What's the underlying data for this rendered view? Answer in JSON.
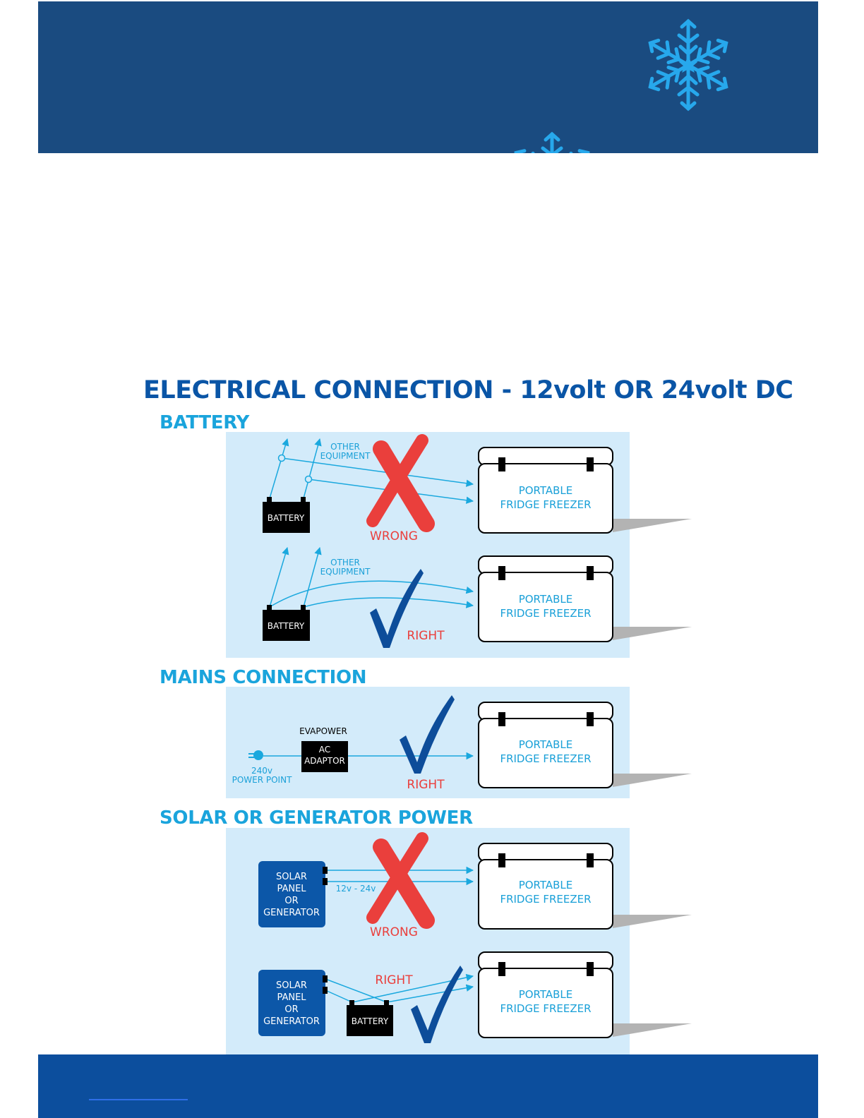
{
  "page": {
    "title": "ELECTRICAL CONNECTION - 12volt OR 24volt DC"
  },
  "sections": {
    "battery": {
      "title": "BATTERY"
    },
    "mains": {
      "title": "MAINS CONNECTION"
    },
    "solar": {
      "title": "SOLAR OR GENERATOR POWER"
    }
  },
  "labels": {
    "battery": "BATTERY",
    "other_equipment_line1": "OTHER",
    "other_equipment_line2": "EQUIPMENT",
    "wrong": "WRONG",
    "right": "RIGHT",
    "fridge_line1": "PORTABLE",
    "fridge_line2": "FRIDGE FREEZER",
    "evapower": "EVAPOWER",
    "ac_adaptor_line1": "AC",
    "ac_adaptor_line2": "ADAPTOR",
    "power_point_line1": "240v",
    "power_point_line2": "POWER POINT",
    "solar_line1": "SOLAR",
    "solar_line2": "PANEL",
    "solar_line3": "OR",
    "solar_line4": "GENERATOR",
    "voltage_range": "12v - 24v"
  },
  "colors": {
    "header": "#1a4b80",
    "footer": "#0c4e9d",
    "panel": "#d3ebfa",
    "title": "#0a55a6",
    "section": "#1aa4dc",
    "wire": "#1aa8de",
    "wrong": "#ea3f3c",
    "right": "#0d4d9a",
    "fridge_text": "#1aa0d8",
    "snowflake": "#27a8ec"
  },
  "icons": [
    "snowflake-icon",
    "plug-icon",
    "cross-icon",
    "check-icon"
  ]
}
